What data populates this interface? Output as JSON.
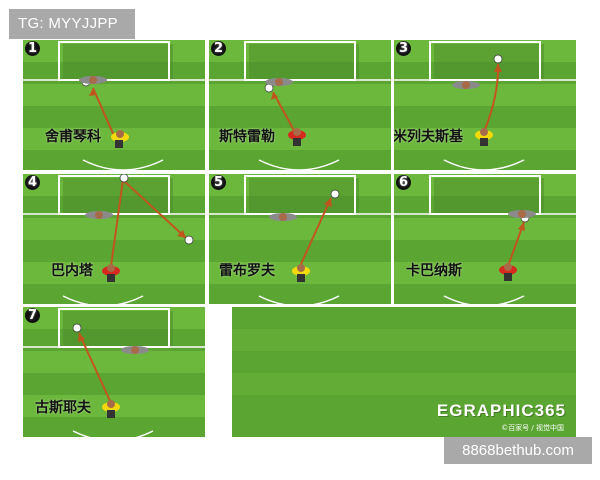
{
  "watermark_top": "TG: MYYJJPP",
  "watermark_bottom": "8868bethub.com",
  "panels": [
    {
      "number": "1",
      "label": "舍甫琴科"
    },
    {
      "number": "2",
      "label": "斯特雷勒"
    },
    {
      "number": "3",
      "label": "米列夫斯基"
    },
    {
      "number": "4",
      "label": "巴内塔"
    },
    {
      "number": "5",
      "label": "雷布罗夫"
    },
    {
      "number": "6",
      "label": "卡巴纳斯"
    },
    {
      "number": "7",
      "label": "古斯耶夫"
    }
  ],
  "logo": {
    "title": "EGRAPHIC365",
    "subtitle": "©百家号 / 视觉中国"
  },
  "colors": {
    "pitch": "#5ba532",
    "pitch_stripe": "#6cb83c",
    "shot_path": "#c0561e",
    "shooter_yellow": "#f4d90a",
    "shooter_red": "#d62a1e"
  }
}
